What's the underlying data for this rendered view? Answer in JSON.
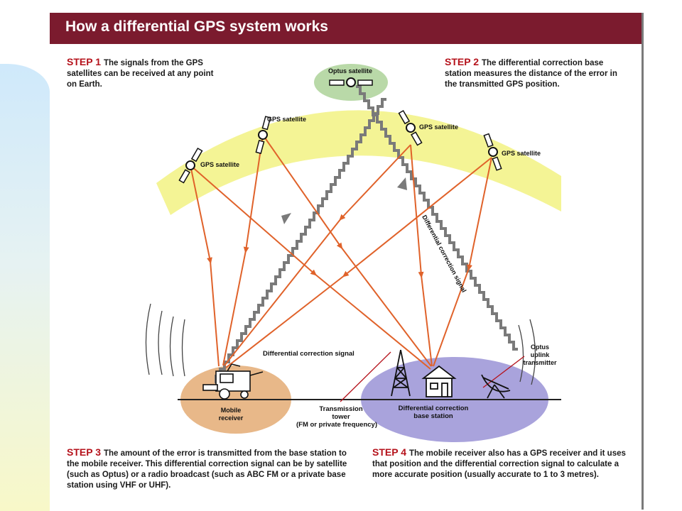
{
  "title": "How a differential GPS system works",
  "steps": [
    {
      "heading": "STEP 1",
      "text": "The signals from the GPS satellites can be received at any point on Earth."
    },
    {
      "heading": "STEP 2",
      "text": "The differential correction base station measures the distance of the error in the transmitted GPS position."
    },
    {
      "heading": "STEP 3",
      "text": "The amount of the error is transmitted from the base station to the mobile receiver. This differential correction signal can be by satellite (such as Optus) or a radio broadcast (such as ABC FM or a private base station using VHF or UHF)."
    },
    {
      "heading": "STEP 4",
      "text": "The mobile receiver also has a GPS receiver and it uses that position and the differential correction signal to calculate a more accurate position (usually accurate to 1 to 3 metres)."
    }
  ],
  "labels": {
    "optus_satellite": "Optus satellite",
    "gps_satellite": "GPS satellite",
    "diff_signal_diag": "Differential correction signal",
    "diff_signal_ground": "Differential correction signal",
    "mobile_receiver_1": "Mobile",
    "mobile_receiver_2": "receiver",
    "transmission_1": "Transmission",
    "transmission_2": "tower",
    "transmission_3": "(FM or private frequency)",
    "base_station_1": "Differential correction",
    "base_station_2": "base station",
    "uplink_1": "Optus",
    "uplink_2": "uplink",
    "uplink_3": "transmitter"
  },
  "colors": {
    "title_bar": "#7b1b2e",
    "step_heading": "#b5121b",
    "signal_arrow": "#e0622a",
    "correction_signal": "#7a7a7a",
    "sky_band": "#f3f38a",
    "optus_ellipse": "#b9d9a8",
    "mobile_ellipse": "#e8b889",
    "base_ellipse": "#a9a3dc"
  }
}
